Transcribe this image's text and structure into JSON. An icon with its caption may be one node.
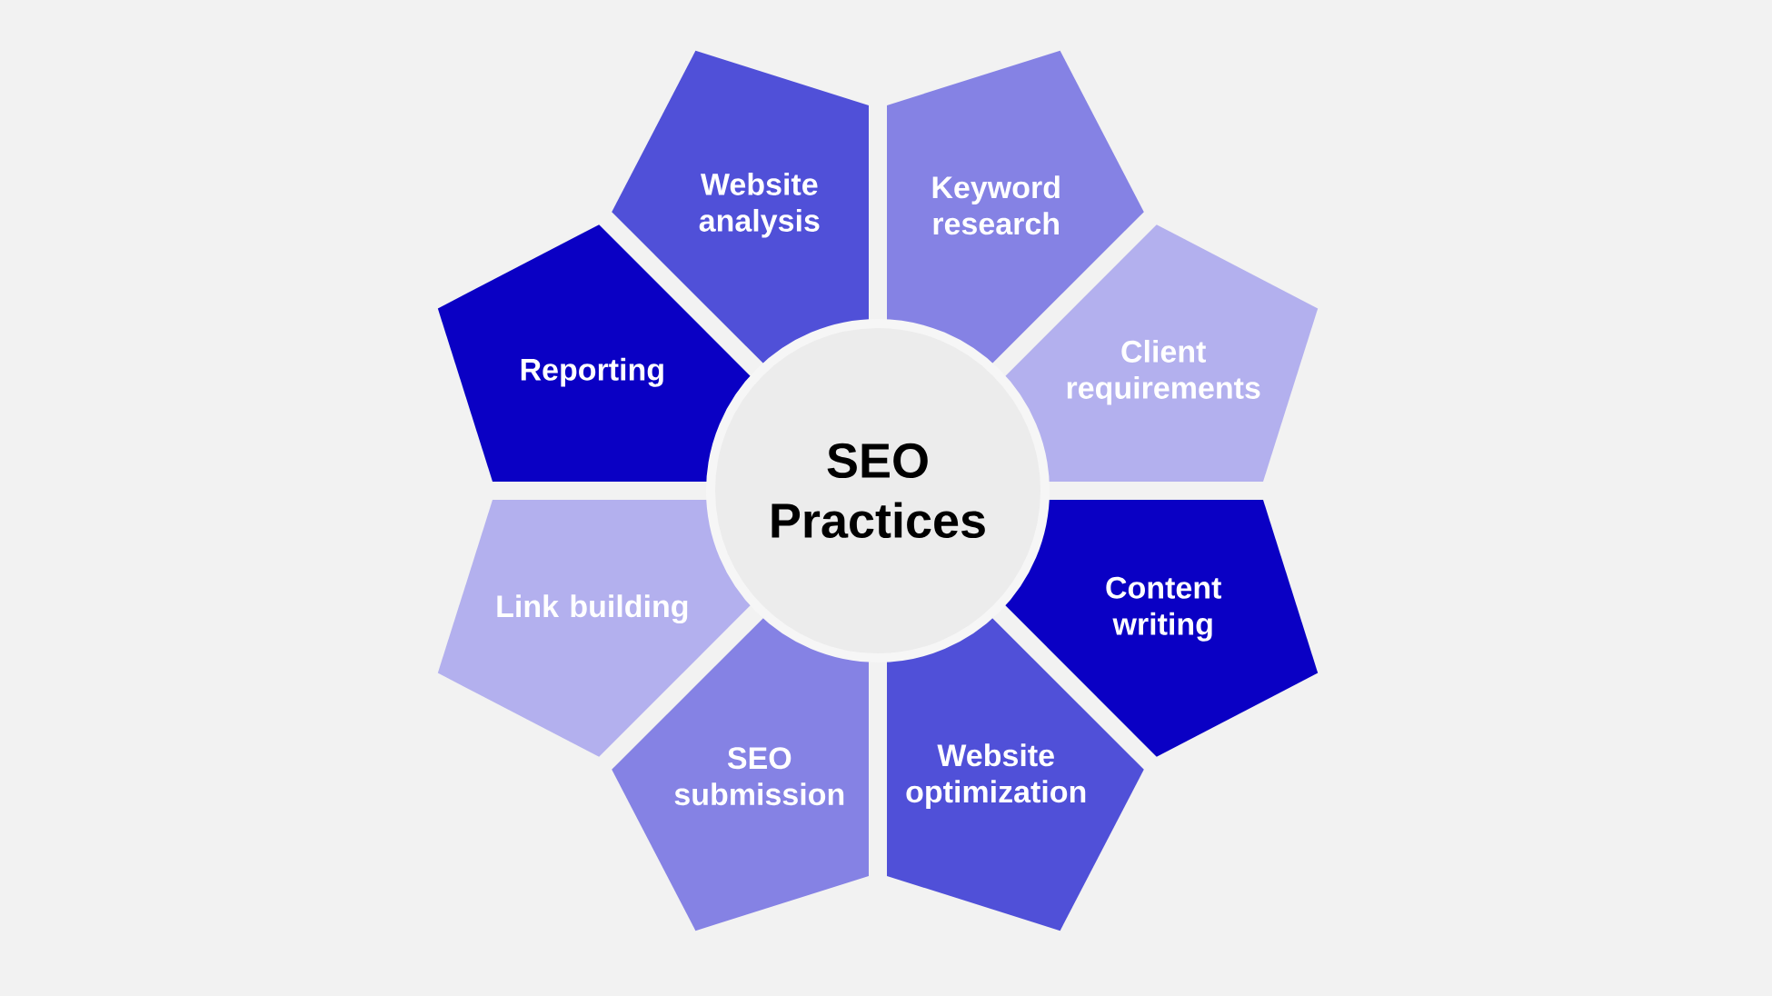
{
  "diagram": {
    "nodes": [
      {
        "text": [
          "SEO Practices"
        ]
      },
      {
        "text": [
          "Keyword research"
        ]
      },
      {
        "text": [
          "Client requirements"
        ]
      },
      {
        "text": [
          "Content writing"
        ]
      },
      {
        "text": [
          "Website optimization"
        ]
      },
      {
        "text": [
          "SEO submission"
        ]
      },
      {
        "text": [
          "Link building"
        ]
      },
      {
        "text": [
          "Reporting"
        ]
      },
      {
        "text": [
          "Website analysis"
        ]
      }
    ]
  }
}
